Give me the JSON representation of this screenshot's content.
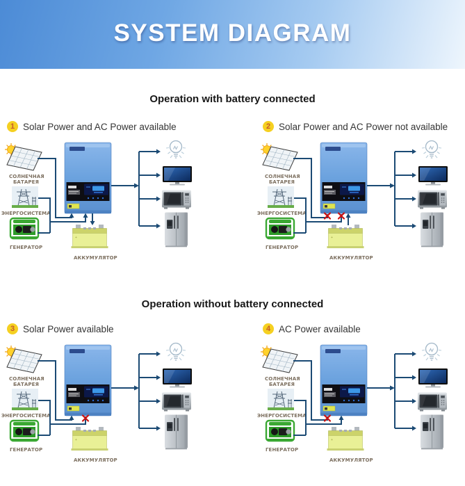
{
  "header": {
    "title": "SYSTEM DIAGRAM"
  },
  "sections": {
    "with_battery": "Operation with battery connected",
    "without_battery": "Operation without battery connected"
  },
  "diagrams": [
    {
      "number": "1",
      "title": "Solar Power and AC Power available",
      "solar": "connected",
      "ac": "connected",
      "battery": "charging"
    },
    {
      "number": "2",
      "title": "Solar Power and AC Power not available",
      "solar": "blocked",
      "ac": "blocked",
      "battery": "discharging"
    },
    {
      "number": "3",
      "title": "Solar Power available",
      "solar": "connected",
      "ac": "blocked",
      "battery": "none"
    },
    {
      "number": "4",
      "title": "AC Power available",
      "solar": "blocked",
      "ac": "connected",
      "battery": "none"
    }
  ],
  "device_labels": {
    "solar_line1": "СОЛНЕЧНАЯ",
    "solar_line2": "БАТАРЕЯ",
    "grid": "ЭНЕРГОСИСТЕМА",
    "generator": "ГЕНЕРАТОР",
    "battery": "АККУМУЛЯТОР"
  },
  "colors": {
    "wire": "#1b4a74",
    "blocked_x": "#cc1111",
    "badge_bg": "#f5d021",
    "badge_text": "#c75b2a"
  }
}
